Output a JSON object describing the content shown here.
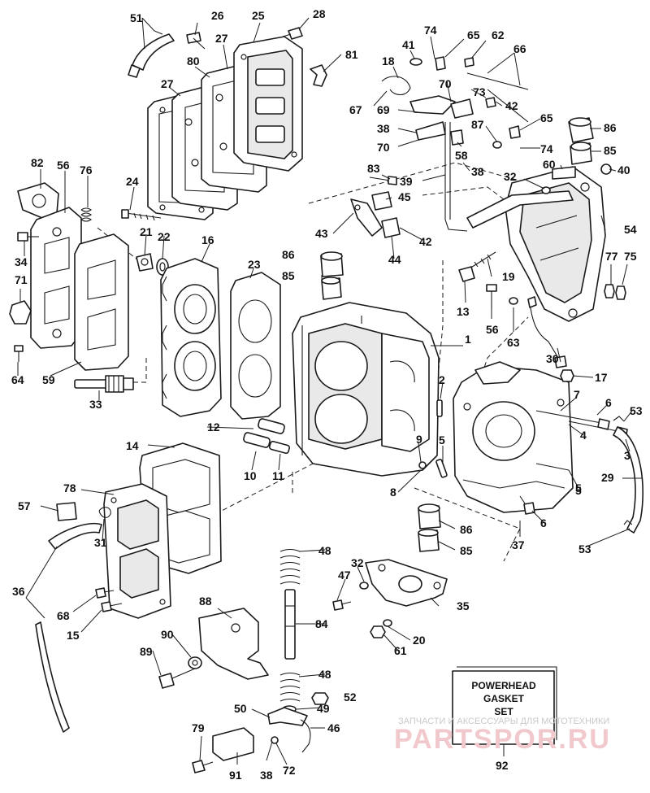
{
  "kit_box": {
    "line1": "POWERHEAD",
    "line2": "GASKET",
    "line3": "SET"
  },
  "watermark": {
    "caption": "ЗАПЧАСТИ И АКСЕССУАРЫ ДЛЯ МОТОТЕХНИКИ",
    "logo": "PARTSPOR.RU"
  },
  "callouts": {
    "n1": "1",
    "n2": "2",
    "n3": "3",
    "n4": "4",
    "n5a": "5",
    "n5b": "5",
    "n5c": "5",
    "n6a": "6",
    "n6b": "6",
    "n7": "7",
    "n8": "8",
    "n9": "9",
    "n10": "10",
    "n11": "11",
    "n12": "12",
    "n13": "13",
    "n14": "14",
    "n15": "15",
    "n16": "16",
    "n17": "17",
    "n18": "18",
    "n19": "19",
    "n20": "20",
    "n21": "21",
    "n22": "22",
    "n23": "23",
    "n24": "24",
    "n25": "25",
    "n26": "26",
    "n27a": "27",
    "n27b": "27",
    "n28": "28",
    "n29": "29",
    "n30": "30",
    "n31": "31",
    "n32a": "32",
    "n32b": "32",
    "n33": "33",
    "n34": "34",
    "n35": "35",
    "n36": "36",
    "n37": "37",
    "n38a": "38",
    "n38b": "38",
    "n38c": "38",
    "n39": "39",
    "n40": "40",
    "n41": "41",
    "n42a": "42",
    "n42b": "42",
    "n43": "43",
    "n44": "44",
    "n45": "45",
    "n46": "46",
    "n47": "47",
    "n48a": "48",
    "n48b": "48",
    "n49": "49",
    "n50": "50",
    "n51": "51",
    "n52": "52",
    "n53a": "53",
    "n53b": "53",
    "n54": "54",
    "n56a": "56",
    "n56b": "56",
    "n57": "57",
    "n58": "58",
    "n59": "59",
    "n60": "60",
    "n61": "61",
    "n62": "62",
    "n63": "63",
    "n64": "64",
    "n65a": "65",
    "n65b": "65",
    "n66": "66",
    "n67": "67",
    "n68": "68",
    "n69": "69",
    "n70a": "70",
    "n70b": "70",
    "n71": "71",
    "n72": "72",
    "n73": "73",
    "n74a": "74",
    "n74b": "74",
    "n75": "75",
    "n76": "76",
    "n77": "77",
    "n78": "78",
    "n79": "79",
    "n80": "80",
    "n81": "81",
    "n82": "82",
    "n83": "83",
    "n84": "84",
    "n85a": "85",
    "n85b": "85",
    "n85c": "85",
    "n86a": "86",
    "n86b": "86",
    "n86c": "86",
    "n87": "87",
    "n88": "88",
    "n89": "89",
    "n90": "90",
    "n91": "91",
    "n92": "92"
  }
}
